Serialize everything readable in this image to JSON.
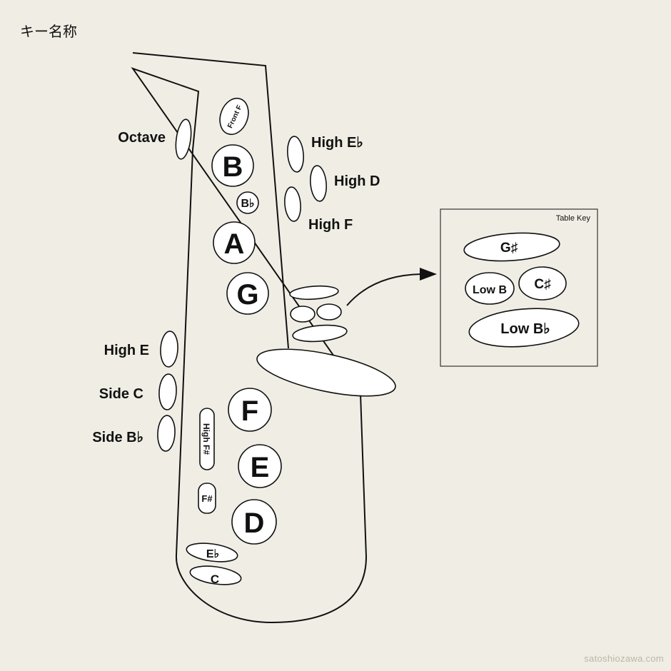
{
  "title": "キー名称",
  "watermark": "satoshiozawa.com",
  "colors": {
    "background": "#f0eee4",
    "key_fill": "#ffffff",
    "outline": "#111111"
  },
  "main_keys": {
    "front_f": "Front F",
    "b": "B",
    "b_flat": "B♭",
    "a": "A",
    "g": "G",
    "f": "F",
    "e": "E",
    "d": "D",
    "high_f_sharp": "High F#",
    "f_sharp": "F#",
    "e_flat": "E♭",
    "c": "C"
  },
  "side_labels": {
    "octave": "Octave",
    "high_e_flat": "High E♭",
    "high_d": "High D",
    "high_f": "High F",
    "high_e": "High E",
    "side_c": "Side C",
    "side_b_flat": "Side B♭"
  },
  "table_key": {
    "title": "Table Key",
    "g_sharp": "G♯",
    "low_b": "Low B",
    "c_sharp": "C♯",
    "low_b_flat": "Low B♭"
  }
}
